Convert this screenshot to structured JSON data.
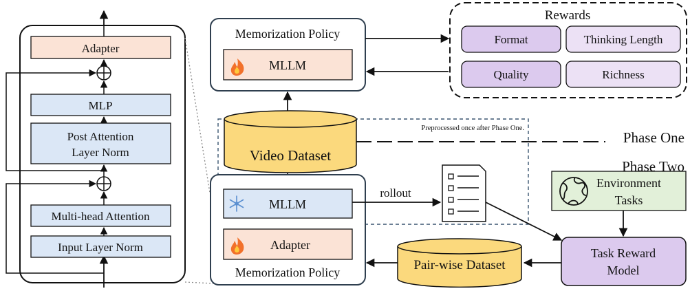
{
  "layer_block": {
    "adapter": "Adapter",
    "mlp": "MLP",
    "post_norm": [
      "Post Attention",
      "Layer Norm"
    ],
    "attention": "Multi-head Attention",
    "input_norm": "Input Layer Norm"
  },
  "phase_one": {
    "policy_title": "Memorization Policy",
    "mllm": "MLLM",
    "rewards": {
      "title": "Rewards",
      "items": [
        "Format",
        "Thinking Length",
        "Quality",
        "Richness"
      ]
    }
  },
  "dataset": {
    "video": "Video Dataset",
    "note": "Preprocessed once after Phase One."
  },
  "phases": {
    "one": "Phase One",
    "two": "Phase Two"
  },
  "phase_two": {
    "mllm": "MLLM",
    "rollout": "rollout",
    "adapter": "Adapter",
    "policy_title": "Memorization Policy",
    "pairwise": "Pair-wise Dataset",
    "environment": [
      "Environment",
      "Tasks"
    ],
    "task_reward": [
      "Task Reward",
      "Model"
    ]
  },
  "icons": [
    "fire-icon",
    "snowflake-icon",
    "checklist-icon",
    "globe-icon",
    "circle-plus-icon"
  ]
}
